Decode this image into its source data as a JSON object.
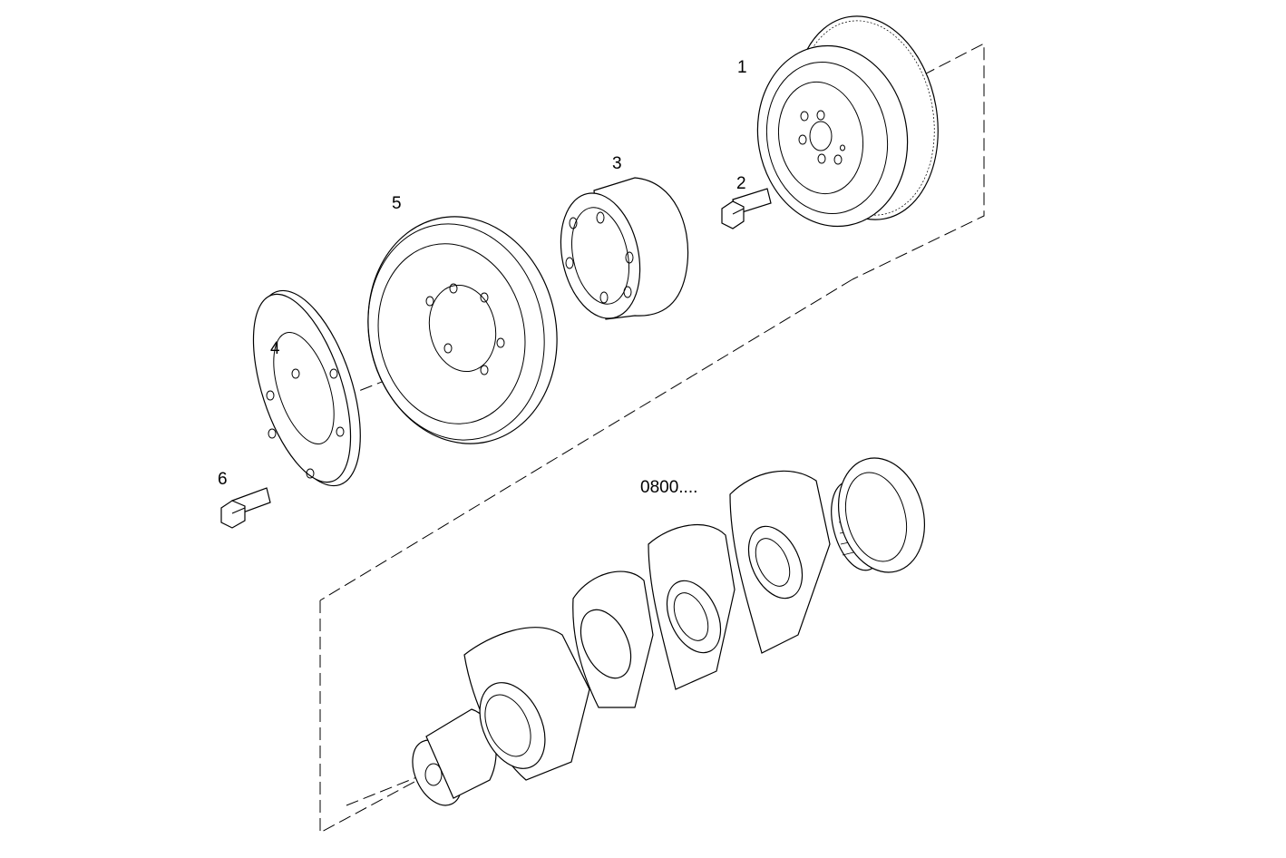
{
  "callouts": [
    {
      "id": "1",
      "text": "1"
    },
    {
      "id": "2",
      "text": "2"
    },
    {
      "id": "3",
      "text": "3"
    },
    {
      "id": "4",
      "text": "4"
    },
    {
      "id": "5",
      "text": "5"
    },
    {
      "id": "6",
      "text": "6"
    },
    {
      "id": "ref",
      "text": "0800...."
    }
  ],
  "parts": [
    {
      "callout": "1",
      "icon": "flywheel-icon"
    },
    {
      "callout": "2",
      "icon": "bolt-icon"
    },
    {
      "callout": "3",
      "icon": "hub-spacer-icon"
    },
    {
      "callout": "4",
      "icon": "washer-plate-icon"
    },
    {
      "callout": "5",
      "icon": "pulley-icon"
    },
    {
      "callout": "6",
      "icon": "bolt-icon"
    },
    {
      "callout": "ref",
      "icon": "crankshaft-icon"
    }
  ]
}
